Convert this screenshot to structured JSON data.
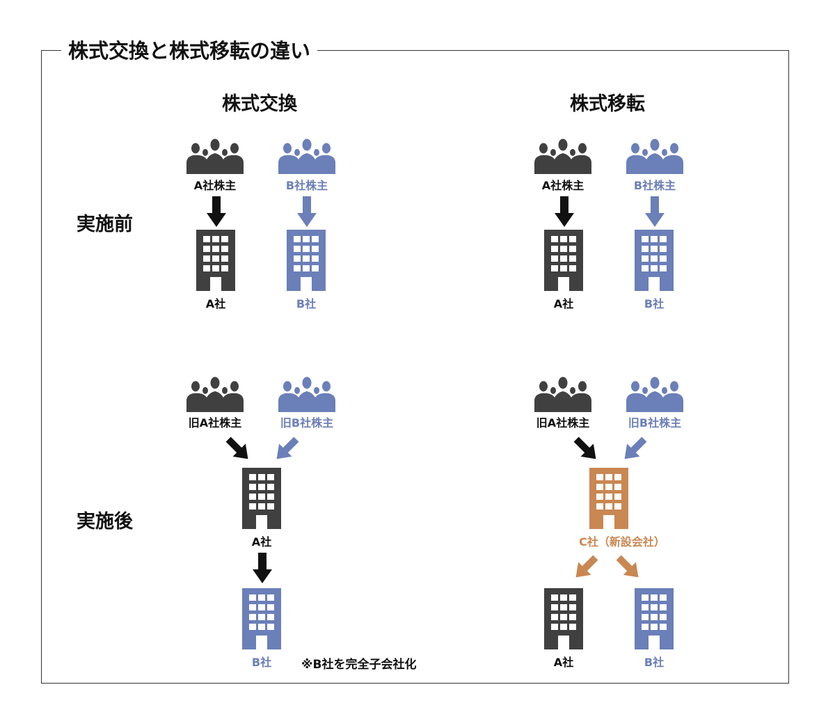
{
  "title": "株式交換と株式移転の違い",
  "columns": {
    "exchange": "株式交換",
    "transfer": "株式移転"
  },
  "rows": {
    "before": "実施前",
    "after": "実施後"
  },
  "labels": {
    "a_shareholders": "A社株主",
    "b_shareholders": "B社株主",
    "a_company": "A社",
    "b_company": "B社",
    "old_a_shareholders": "旧A社株主",
    "old_b_shareholders": "旧B社株主",
    "c_company": "C社（新設会社）"
  },
  "note": "※B社を完全子会社化",
  "colors": {
    "dark": "#404040",
    "blue": "#6b7fb8",
    "orange": "#c98752",
    "arrow_black": "#111111",
    "arrow_blue": "#6b7fb8",
    "arrow_orange": "#c98752"
  },
  "icons": {
    "people": "group-of-people-icon",
    "building": "office-building-icon",
    "arrow": "arrow-icon"
  }
}
